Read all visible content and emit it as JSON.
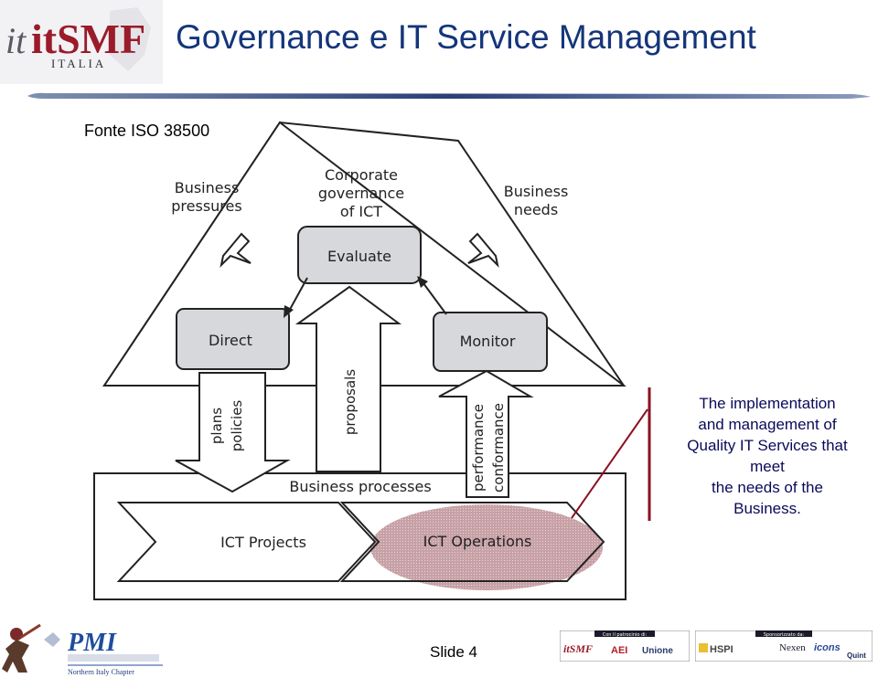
{
  "header": {
    "logo_text": "itSMF",
    "logo_subtext": "ITALIA",
    "title": "Governance e IT Service Management"
  },
  "source": "Fonte ISO 38500",
  "diagram": {
    "corporate_governance": "Corporate\ngovernance\nof ICT",
    "business_pressures": "Business\npressures",
    "business_needs": "Business\nneeds",
    "evaluate": "Evaluate",
    "direct": "Direct",
    "monitor": "Monitor",
    "plans_policies": "plans\npolicies",
    "proposals": "proposals",
    "performance_conformance": "performance\nconformance",
    "business_processes": "Business processes",
    "ict_projects": "ICT Projects",
    "ict_operations": "ICT Operations"
  },
  "callout": {
    "lines": [
      "The implementation",
      "and management of",
      "Quality IT Services that",
      "meet",
      "the needs of the",
      "Business."
    ]
  },
  "footer": {
    "pmi_text": "PMI",
    "pmi_chapter": "Northern Italy Chapter",
    "slide_label": "Slide 4",
    "patronage_label": "Con il patrocinio di:",
    "patronage_logos": [
      "itSMF",
      "AEI",
      "Unione"
    ],
    "sponsor_label": "Sponsorizzato da:",
    "sponsor_logos": [
      "HSPI",
      "Nexen",
      "icons",
      "Quint"
    ]
  },
  "colors": {
    "title": "#14357a",
    "callout_text": "#0a0a5a",
    "highlight": "#c9a3a8",
    "callout_line": "#8b1020",
    "box_fill": "#d7d8dc"
  }
}
